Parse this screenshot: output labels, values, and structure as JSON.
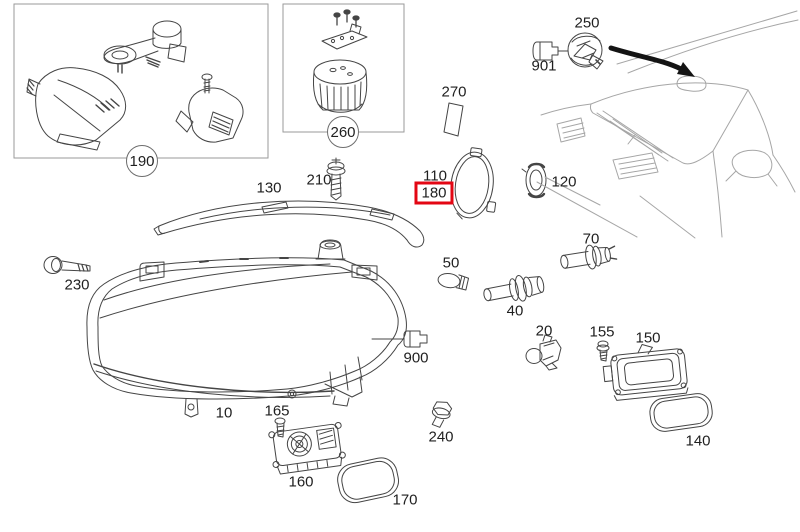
{
  "meta": {
    "background": "#ffffff",
    "part_line_color": "#454545",
    "car_line_color": "#a6a6a6",
    "box_border_color": "#9a9a9a",
    "highlight_color": "#e30613",
    "label_color": "#1f1f1f",
    "highlighted_part": "180"
  },
  "icons": {
    "direction_arrow": "curved-arrow-pointing-to-windshield"
  },
  "labels": {
    "p10": "10",
    "p20": "20",
    "p40": "40",
    "p50": "50",
    "p70": "70",
    "p110": "110",
    "p120": "120",
    "p130": "130",
    "p140": "140",
    "p150": "150",
    "p155": "155",
    "p160": "160",
    "p165": "165",
    "p170": "170",
    "p180": "180",
    "p190": "190",
    "p210": "210",
    "p230": "230",
    "p240": "240",
    "p250": "250",
    "p260": "260",
    "p270": "270",
    "p900": "900",
    "p901": "901"
  }
}
